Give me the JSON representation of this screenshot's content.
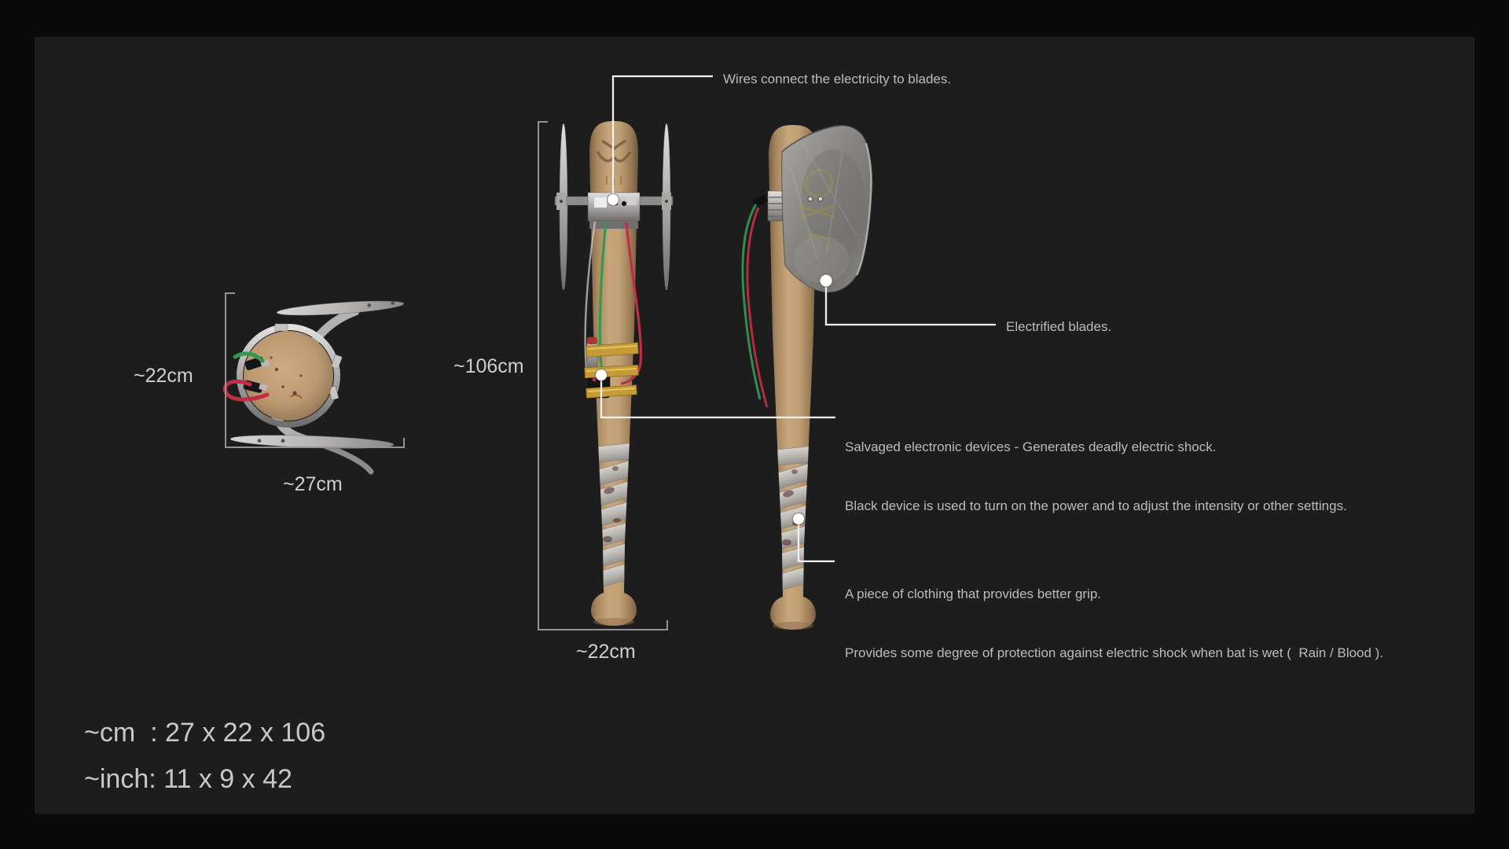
{
  "title_context": "electrified bat concept diagram",
  "callouts": {
    "wires": "Wires connect the electricity to blades.",
    "blades": "Electrified blades.",
    "electronics_line1": "Salvaged electronic devices - Generates deadly electric shock.",
    "electronics_line2": "Black device is used to turn on the power and to adjust the intensity or other settings.",
    "grip_line1": "A piece of clothing that provides better grip.",
    "grip_line2": "Provides some degree of protection against electric shock when bat is wet (  Rain / Blood )."
  },
  "dimensions": {
    "top_view_height": "~22cm",
    "top_view_width": "~27cm",
    "bat_length": "~106cm",
    "bat_head_width": "~22cm"
  },
  "summary": {
    "cm": "~cm  : 27 x 22 x 106",
    "inch": "~inch: 11 x 9 x 42"
  },
  "colors": {
    "background": "#0a0a0b",
    "panel": "#1d1d1e",
    "annotation_text": "#bcbcbc",
    "dimension_text": "#cfcfcf",
    "leader_line": "#f2f2f2",
    "dimension_line": "#949494",
    "wood": "#c7a67c",
    "metal": "#a9a8a6",
    "blade_metal": "#86847f",
    "tape_yellow": "#c49b36",
    "wire_green": "#35984f",
    "wire_red": "#bf2e44",
    "cloth": "#b8b4af"
  }
}
